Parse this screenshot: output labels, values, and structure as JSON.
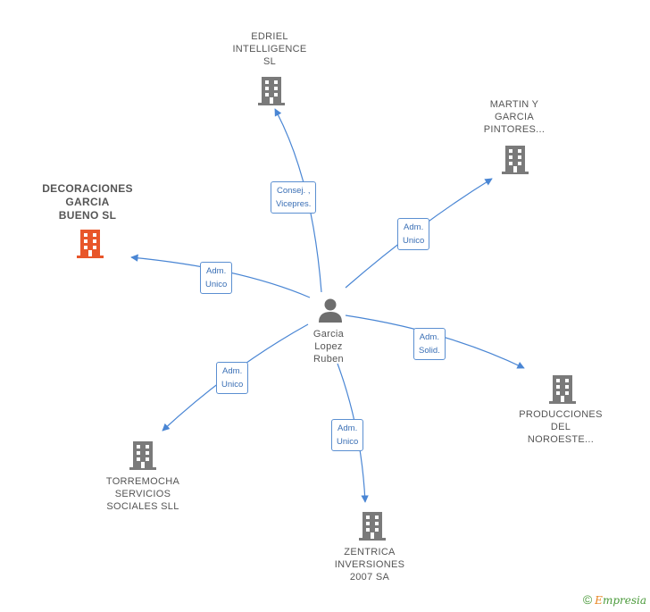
{
  "center": {
    "name": "Garcia\nLopez\nRuben",
    "icon": "person-icon"
  },
  "companies": [
    {
      "id": "edriel",
      "name": "EDRIEL\nINTELLIGENCE\nSL",
      "highlight": false,
      "icon": "building-icon"
    },
    {
      "id": "martin",
      "name": "MARTIN Y\nGARCIA\nPINTORES...",
      "highlight": false,
      "icon": "building-icon"
    },
    {
      "id": "decoraciones",
      "name": "DECORACIONES\nGARCIA\nBUENO SL",
      "highlight": true,
      "icon": "building-icon"
    },
    {
      "id": "producciones",
      "name": "PRODUCCIONES\nDEL\nNOROESTE...",
      "highlight": false,
      "icon": "building-icon"
    },
    {
      "id": "torremocha",
      "name": "TORREMOCHA\nSERVICIOS\nSOCIALES SLL",
      "highlight": false,
      "icon": "building-icon"
    },
    {
      "id": "zentrica",
      "name": "ZENTRICA\nINVERSIONES\n2007 SA",
      "highlight": false,
      "icon": "building-icon"
    }
  ],
  "edges": [
    {
      "to": "edriel",
      "label": "Consej. ,\nVicepres."
    },
    {
      "to": "martin",
      "label": "Adm.\nUnico"
    },
    {
      "to": "decoraciones",
      "label": "Adm.\nUnico"
    },
    {
      "to": "producciones",
      "label": "Adm.\nSolid."
    },
    {
      "to": "torremocha",
      "label": "Adm.\nUnico"
    },
    {
      "to": "zentrica",
      "label": "Adm.\nUnico"
    }
  ],
  "colors": {
    "edge": "#4a86d4",
    "building": "#7a7a7a",
    "highlight": "#e8562a",
    "person": "#6e6e6e"
  },
  "footer": {
    "copyright": "©",
    "brand_first": "E",
    "brand_rest": "mpresia"
  }
}
